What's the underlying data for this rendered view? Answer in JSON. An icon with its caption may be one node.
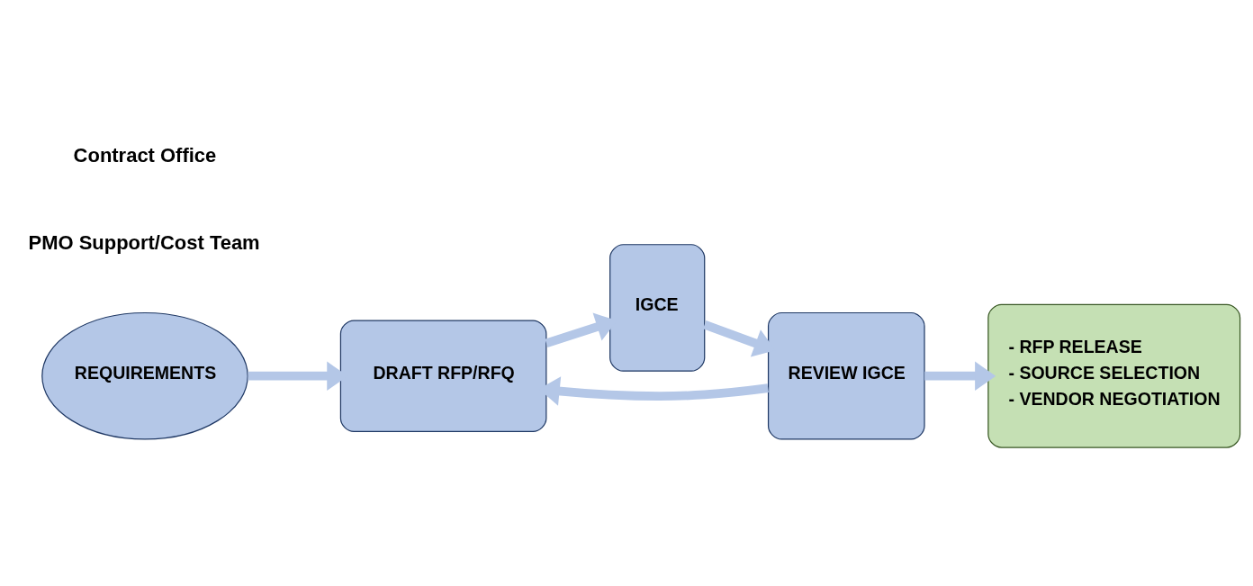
{
  "diagram": {
    "nodes": [
      {
        "text": [
          "REQUIREMENTS"
        ]
      },
      {
        "text": [
          "DRAFT RFP/RFQ"
        ]
      },
      {
        "text": [
          "REVIEW IGCE"
        ]
      },
      {
        "text": [
          "IGCE"
        ]
      },
      {
        "text": [
          "- RFP RELEASE",
          "- SOURCE SELECTION",
          "- VENDOR NEGOTIATION"
        ]
      }
    ],
    "edges": [
      {
        "from": 0,
        "to": 1,
        "arrow": "to"
      },
      {
        "from": 1,
        "to": 3,
        "arrow": "to"
      },
      {
        "from": 3,
        "to": 2,
        "arrow": "to"
      },
      {
        "from": 2,
        "to": 1,
        "arrow": "to"
      },
      {
        "from": 2,
        "to": 4,
        "arrow": "to"
      }
    ],
    "labels": [
      "PMO Support/Cost Team",
      "Contract Office"
    ]
  }
}
